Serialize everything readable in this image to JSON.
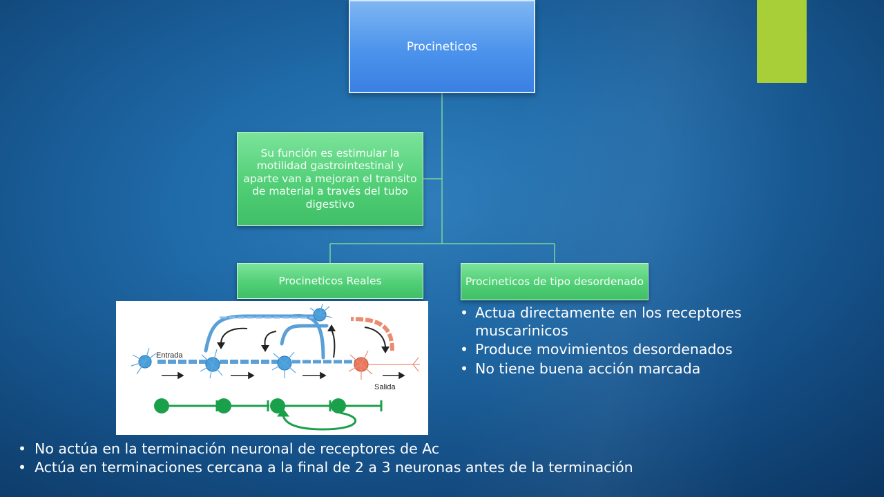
{
  "diagram": {
    "root": "Procineticos",
    "description": "Su función es  estimular la motilidad gastrointestinal y aparte  van a mejoran el transito de material a través del tubo digestivo",
    "branch_left": "Procineticos Reales",
    "branch_right": "Procineticos de tipo desordenado"
  },
  "figure": {
    "input_label": "Entrada",
    "output_label": "Salida"
  },
  "right_bullets": [
    "Actua directamente en los receptores muscarinicos",
    "Produce movimientos desordenados",
    "No tiene buena acción marcada"
  ],
  "bottom_bullets": [
    "No actúa en la terminación neuronal de receptores de Ac",
    "Actúa en terminaciones cercana  a la final  de 2 a 3 neuronas antes de la terminación"
  ],
  "colors": {
    "accent": "#a8cf38",
    "root_box": "#4b93ec",
    "branch_box": "#52cf77",
    "neuron_blue": "#4a9fd9",
    "neuron_red": "#e8795e",
    "circuit_green": "#1aa04a"
  }
}
